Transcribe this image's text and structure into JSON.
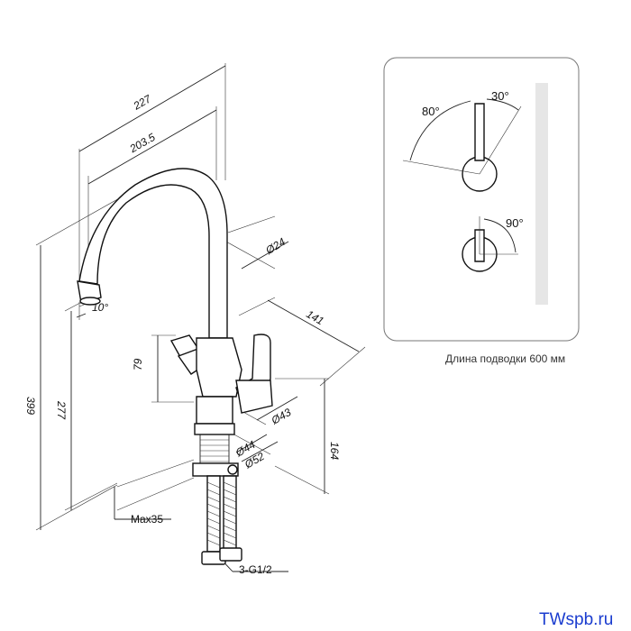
{
  "dimensions": {
    "width_total": "227",
    "width_spout": "203.5",
    "diameter_body": "Ø24",
    "length_handle": "141",
    "height_total": "399",
    "height_spout": "277",
    "height_handle": "79",
    "diameter_handle_base": "Ø43",
    "diameter_nut_inner": "Ø44",
    "diameter_nut_outer": "Ø52",
    "height_base": "164",
    "spout_angle": "10°",
    "max_countertop": "Max35",
    "connection": "3-G1/2"
  },
  "rotation_panel": {
    "angle_left": "80°",
    "angle_right": "30°",
    "angle_lower": "90°",
    "hose_note": "Длина подводки 600 мм"
  },
  "watermark": "TWspb.ru",
  "colors": {
    "line": "#222222",
    "panel_border": "#777777",
    "bar": "#e6e6e6",
    "brand": "#1a3ccf"
  }
}
